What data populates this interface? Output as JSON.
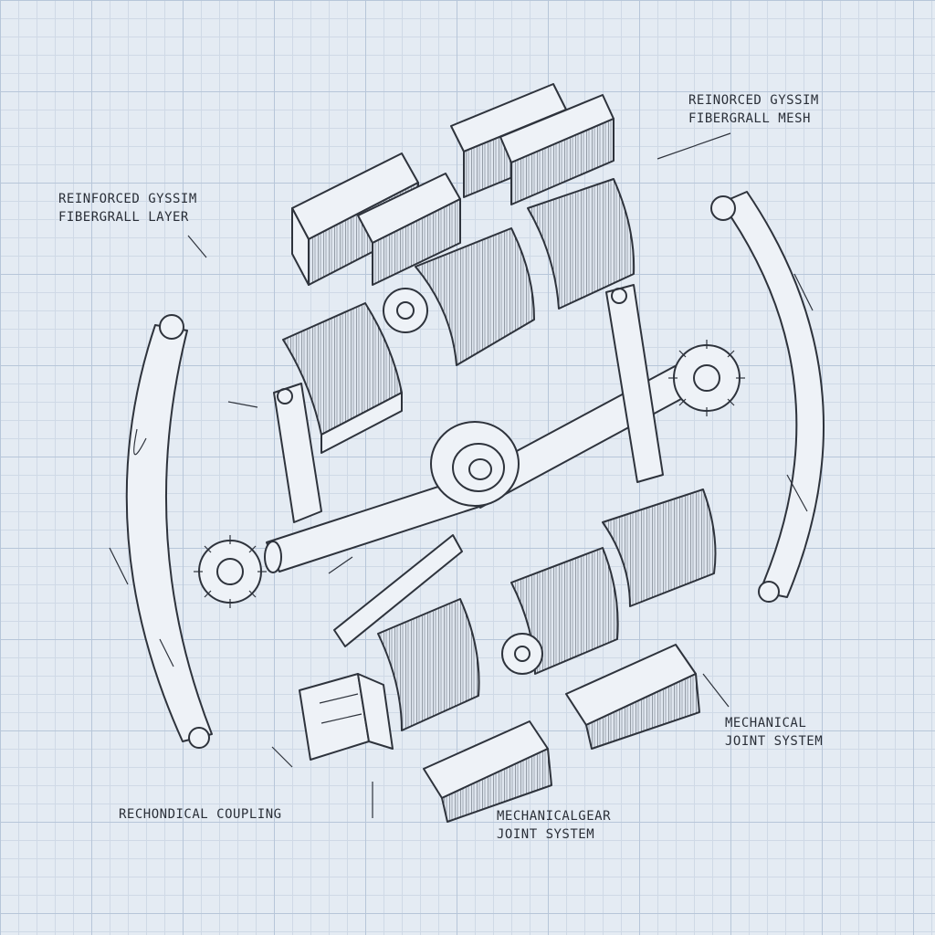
{
  "labels": {
    "top_right": [
      "REINORCED GYSSIM",
      "FIBERGRALL MESH"
    ],
    "top_left": [
      "REINFORCED GYSSIM",
      "FIBERGRALL LAYER"
    ],
    "bottom_right": [
      "MECHANICAL",
      "JOINT SYSTEM"
    ],
    "bottom_left": [
      "RECHONDICAL COUPLING"
    ],
    "bottom_center": [
      "MECHANICALGEAR",
      "JOINT SYSTEM"
    ]
  },
  "colors": {
    "paper": "#e4ebf3",
    "grid": "#b7c6d9",
    "ink": "#2e333c"
  },
  "parts": [
    "curved-guard-left",
    "curved-guard-right",
    "fiber-block",
    "gear",
    "central-hub",
    "main-shaft",
    "linkage-arm",
    "coupling-housing"
  ]
}
